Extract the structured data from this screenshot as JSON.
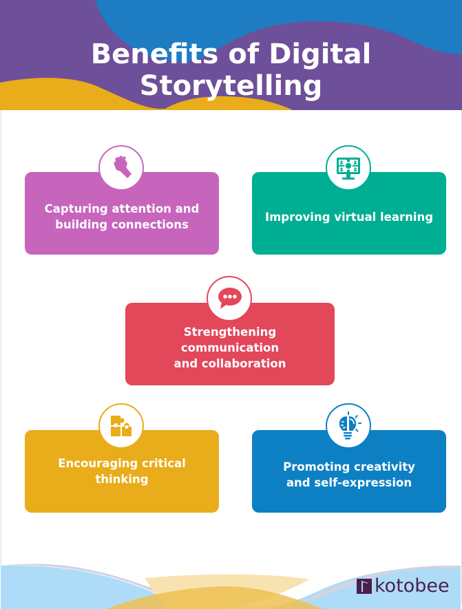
{
  "title": "Benefits of Digital Storytelling",
  "colors": {
    "header_purple": "#6e4f99",
    "header_blue": "#1e7cc2",
    "header_yellow": "#e9ac1a",
    "footer_lightblue": "#aedcf8",
    "footer_grey": "#d2d3e3",
    "footer_sand": "#f8e3b0",
    "footer_gold": "#efc153",
    "logo": "#4a1f4f"
  },
  "benefits": [
    {
      "label": "Capturing attention and\nbuilding connections",
      "icon": "fist-bump-icon",
      "color": "#c765bd"
    },
    {
      "label": "Improving virtual learning",
      "icon": "monitor-video-call-icon",
      "color": "#00ae94"
    },
    {
      "label": "Strengthening communication\nand collaboration",
      "icon": "chat-bubble-icon",
      "color": "#e2475a"
    },
    {
      "label": "Encouraging critical thinking",
      "icon": "puzzle-icon",
      "color": "#e9ac1a"
    },
    {
      "label": "Promoting creativity\nand self-expression",
      "icon": "brain-lightbulb-icon",
      "color": "#0d80c4"
    }
  ],
  "logo": {
    "text": "kotobee",
    "icon": "kotobee-book-icon"
  }
}
